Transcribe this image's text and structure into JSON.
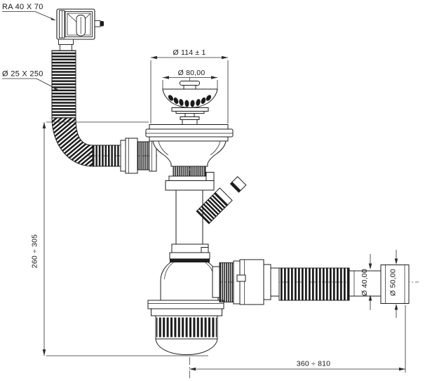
{
  "colors": {
    "line": "#1c1c1c",
    "dim_line": "#2b2b2b",
    "background": "#ffffff"
  },
  "labels": {
    "overflow": "RA 40 X 70",
    "overflow_hose": "Ø 25 X 250",
    "flange_dia": "Ø 114 ± 1",
    "strainer_dia": "Ø 80,00",
    "height_range": "260 ÷ 305",
    "length_range": "360 ÷ 810",
    "pipe_dia": "Ø 40,00",
    "adapter_dia": "Ø 50,00"
  }
}
